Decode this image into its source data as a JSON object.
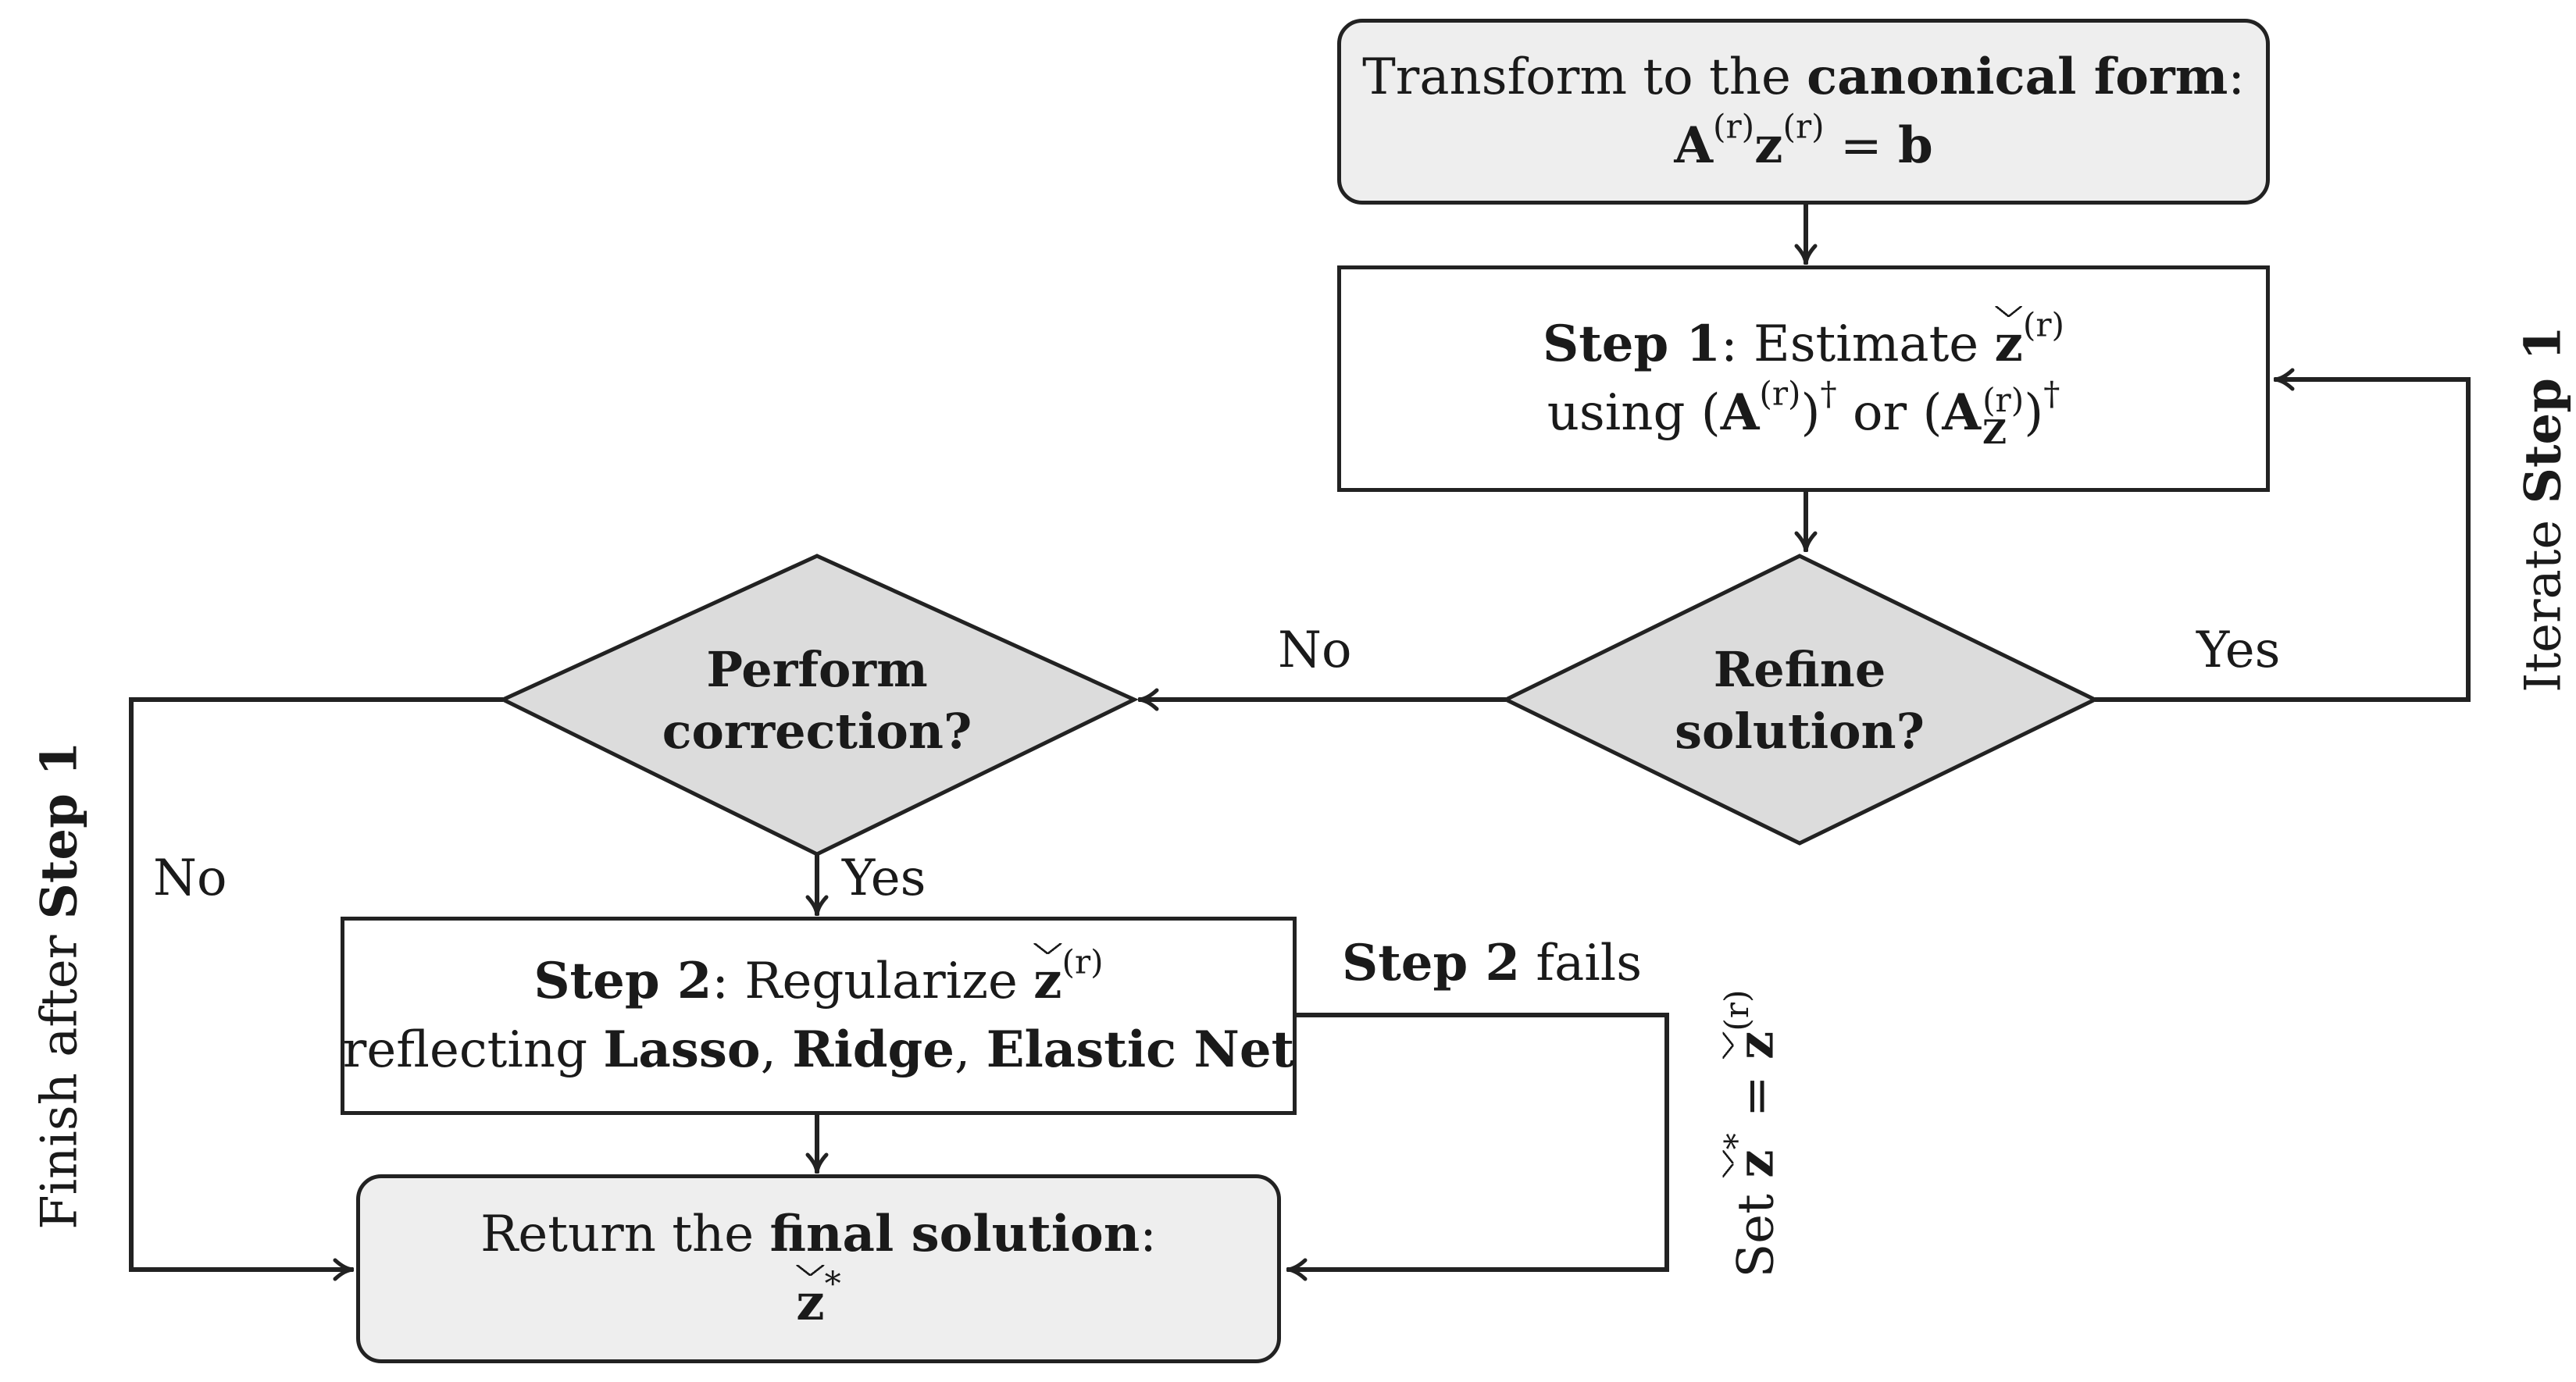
{
  "nodes": {
    "transform": {
      "text_pre": "Transform to the ",
      "text_bold": "canonical form",
      "text_post": ":",
      "eq_A": "A",
      "eq_sup1": "(r)",
      "eq_z": "z",
      "eq_sup2": "(r)",
      "eq_equals": " = ",
      "eq_b": "b"
    },
    "step1": {
      "label_bold": "Step 1",
      "label_rest": ": Estimate ",
      "z": "z",
      "z_sup": "(r)",
      "line2_pre": "using (",
      "A1": "A",
      "A1_sup": "(r)",
      "close1": ")",
      "dagger1": "†",
      "or": " or (",
      "A2": "A",
      "A2_sup": "(r)",
      "A2_sub": "Z",
      "close2": ")",
      "dagger2": "†"
    },
    "refine": {
      "line1": "Refine",
      "line2": "solution?"
    },
    "perform": {
      "line1": "Perform",
      "line2": "correction?"
    },
    "step2": {
      "label_bold": "Step 2",
      "label_rest": ": Regularize ",
      "z": "z",
      "z_sup": "(r)",
      "line2_pre": "reflecting ",
      "lasso": "Lasso",
      "comma1": ", ",
      "ridge": "Ridge",
      "comma2": ", ",
      "elastic": "Elastic Net"
    },
    "final": {
      "text_pre": "Return the ",
      "text_bold": "final solution",
      "text_post": ":",
      "z": "z",
      "z_sup": "*"
    }
  },
  "edges": {
    "refine_no": "No",
    "refine_yes": "Yes",
    "perform_no": "No",
    "perform_yes": "Yes",
    "step2_fails_bold": "Step 2",
    "step2_fails_rest": " fails",
    "iterate_pre": "Iterate ",
    "iterate_bold": "Step 1",
    "finish_pre": "Finish after ",
    "finish_bold": "Step 1",
    "set_pre": "Set ",
    "set_z": "z",
    "set_sup": "*",
    "set_eq": " = ",
    "set_z2": "z",
    "set_sup2": "(r)"
  },
  "colors": {
    "line": "#222222",
    "fill_gray": "#eeeeee",
    "fill_white": "#ffffff",
    "diamond_fill": "#dcdcdc"
  }
}
